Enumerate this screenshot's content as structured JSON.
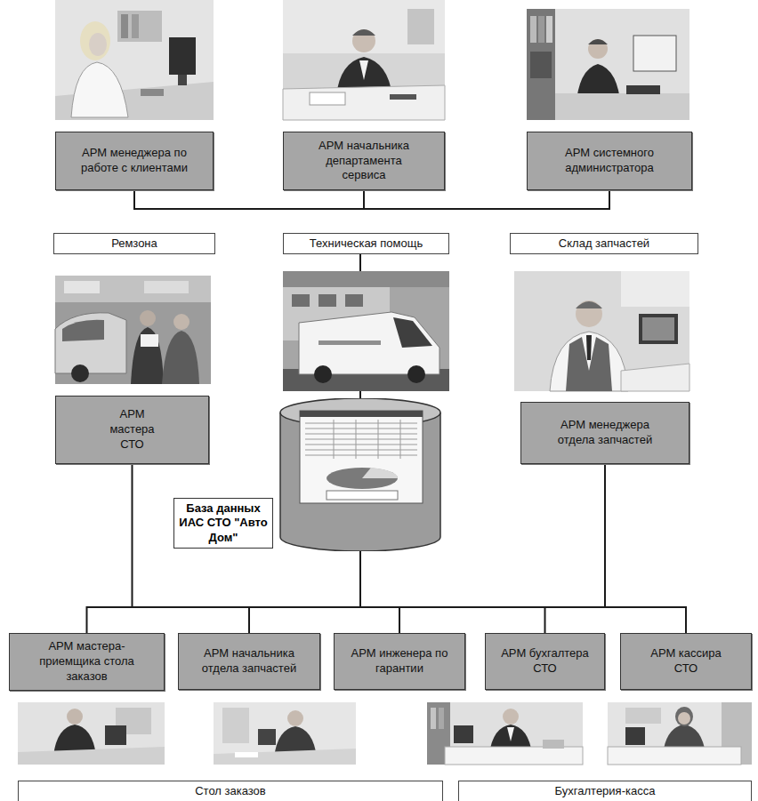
{
  "diagram": {
    "nodes": [
      {
        "text": [
          "АРМ менеджера по работе с клиентами"
        ]
      },
      {
        "text": [
          "АРМ начальника департамента сервиса"
        ]
      },
      {
        "text": [
          "АРМ системного администратора"
        ]
      },
      {
        "text": [
          "Ремзона"
        ]
      },
      {
        "text": [
          "Техническая помощь"
        ]
      },
      {
        "text": [
          "Склад запчастей"
        ]
      },
      {
        "text": [
          "АРМ мастера СТО"
        ]
      },
      {
        "text": [
          "АРМ менеджера отдела запчастей"
        ]
      },
      {
        "text": [
          "База данных ИАС СТО \"Авто Дом\""
        ]
      },
      {
        "text": [
          "АРМ мастера-приемщика стола заказов"
        ]
      },
      {
        "text": [
          "АРМ начальника отдела запчастей"
        ]
      },
      {
        "text": [
          "АРМ инженера по гарантии"
        ]
      },
      {
        "text": [
          "АРМ бухгалтера СТО"
        ]
      },
      {
        "text": [
          "АРМ кассира СТО"
        ]
      },
      {
        "text": [
          "Стол заказов"
        ]
      },
      {
        "text": [
          "Бухгалтерия-касса"
        ]
      }
    ],
    "edges": [
      {
        "from": 0,
        "to": 1,
        "arrow": "none"
      },
      {
        "from": 1,
        "to": 2,
        "arrow": "none"
      },
      {
        "from": 4,
        "to": 8,
        "arrow": "none"
      },
      {
        "from": 8,
        "to": 6,
        "arrow": "none"
      },
      {
        "from": 8,
        "to": 7,
        "arrow": "none"
      },
      {
        "from": 8,
        "to": 9,
        "arrow": "none"
      },
      {
        "from": 8,
        "to": 10,
        "arrow": "none"
      },
      {
        "from": 8,
        "to": 11,
        "arrow": "none"
      },
      {
        "from": 8,
        "to": 12,
        "arrow": "none"
      },
      {
        "from": 8,
        "to": 13,
        "arrow": "none"
      }
    ]
  }
}
